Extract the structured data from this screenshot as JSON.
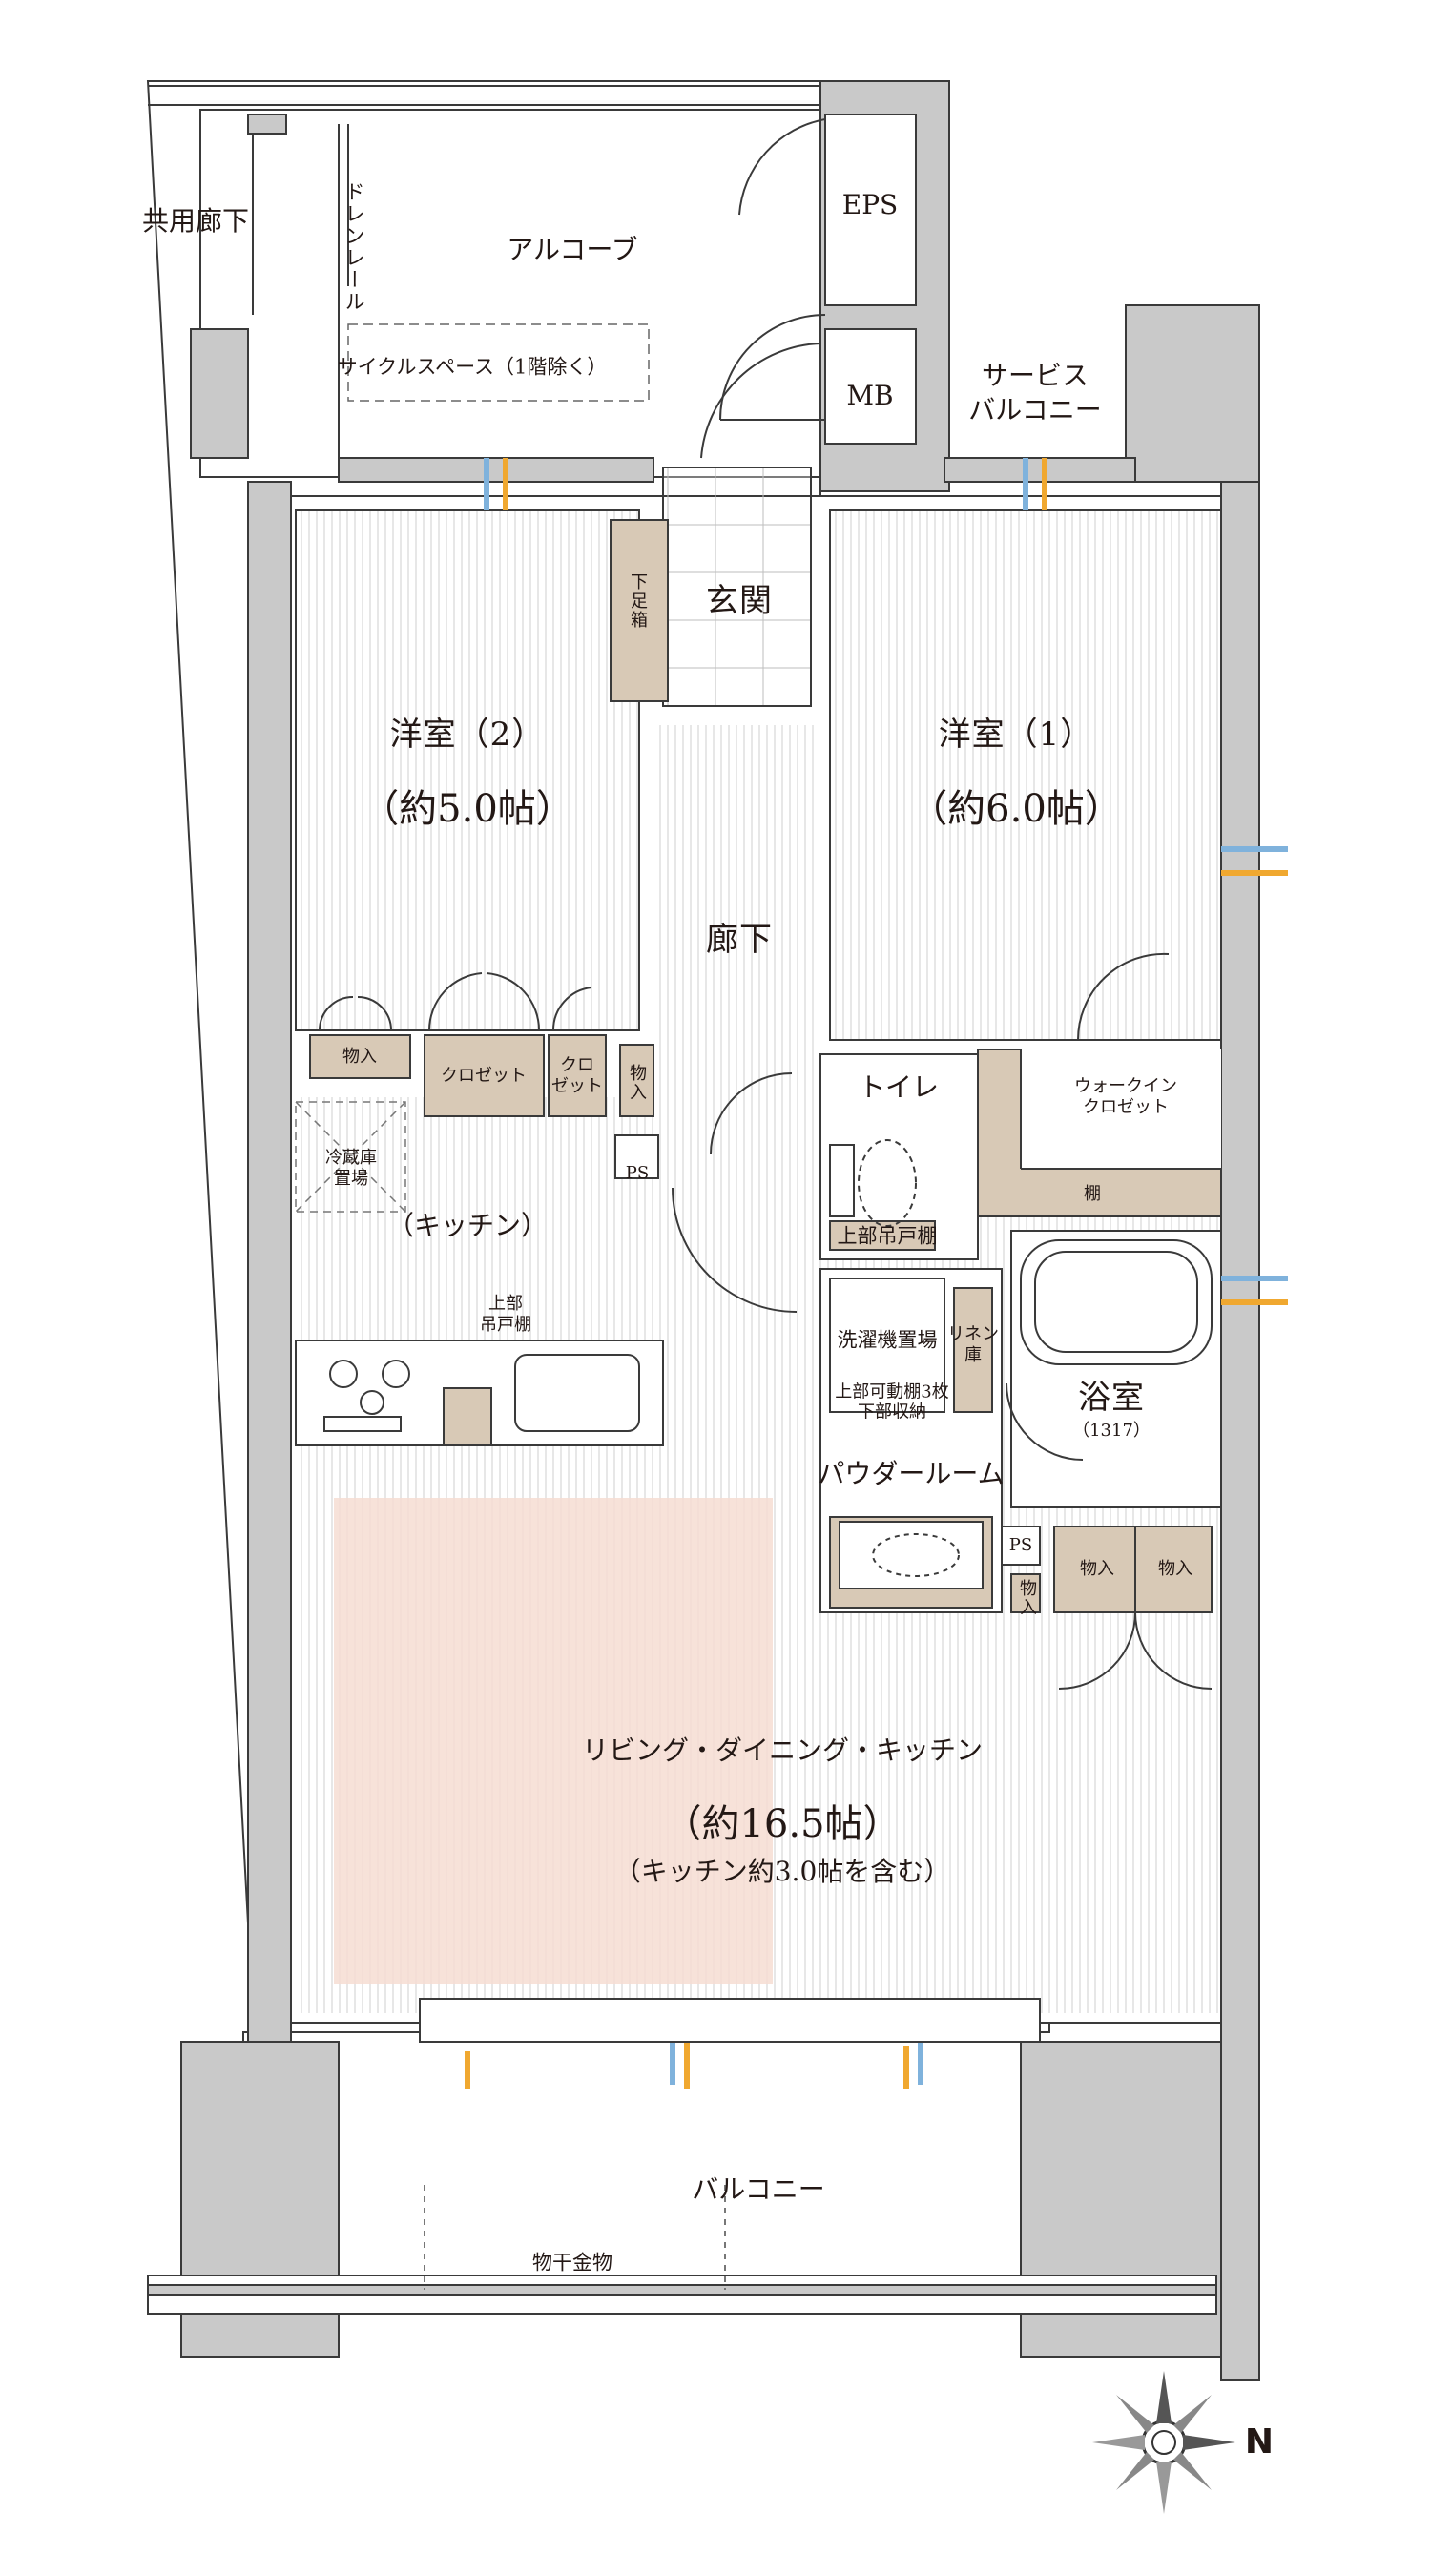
{
  "labels": {
    "corridor_common": "共用廊下",
    "drain_rail": "ドレンレール",
    "alcove": "アルコーブ",
    "eps": "EPS",
    "mb": "MB",
    "cycle_space": "サイクルスペース（1階除く）",
    "service_balcony_line1": "サービス",
    "service_balcony_line2": "バルコニー",
    "entrance": "玄関",
    "shoe_box": "下足箱",
    "room2_name": "洋室（2）",
    "room2_area": "（約5.0帖）",
    "room1_name": "洋室（1）",
    "room1_area": "（約6.0帖）",
    "hallway": "廊下",
    "storage": "物入",
    "closet": "クロゼット",
    "closet_small_line1": "クロ",
    "closet_small_line2": "ゼット",
    "storage_small": "物入",
    "toilet": "トイレ",
    "wic_line1": "ウォークイン",
    "wic_line2": "クロゼット",
    "shelf": "棚",
    "fridge_line1": "冷蔵庫",
    "fridge_line2": "置場",
    "ps": "PS",
    "kitchen": "（キッチン）",
    "upper_shelf_line1": "上部",
    "upper_shelf_line2": "吊戸棚",
    "toilet_upper_shelf": "上部吊戸棚",
    "washer": "洗濯機置場",
    "linen_line1": "リネン",
    "linen_line2": "庫",
    "washer_note_line1": "上部可動棚3枚",
    "washer_note_line2": "下部収納",
    "bath": "浴室",
    "bath_size": "（1317）",
    "powder_room": "パウダールーム",
    "ps2": "PS",
    "storage_a": "物入",
    "storage_b": "物入",
    "storage_c": "物入",
    "ldk_name": "リビング・ダイニング・キッチン",
    "ldk_area": "（約16.5帖）",
    "ldk_note": "（キッチン約3.0帖を含む）",
    "balcony": "バルコニー",
    "clothes_hanger": "物干金物",
    "north": "N"
  },
  "colors": {
    "wall": "#c9c9c9",
    "wall_line": "#3a3a3a",
    "storage_fill": "#d8c9b6",
    "ldk_highlight": "#f6ddd2",
    "window_blue": "#7fb2dc",
    "window_orange": "#f0a830"
  }
}
